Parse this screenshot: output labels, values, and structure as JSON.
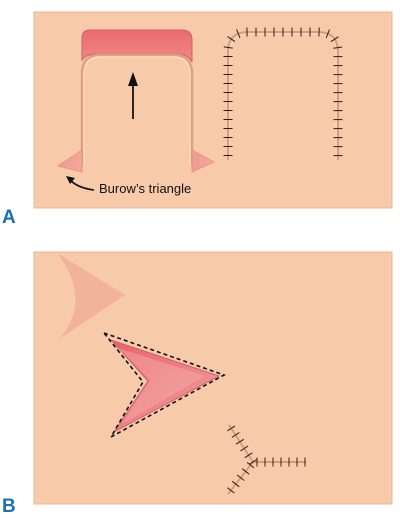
{
  "figure": {
    "panel_a_letter": "A",
    "panel_b_letter": "B",
    "annotation": "Burow’s triangle"
  },
  "colors": {
    "skin": "#f7caa9",
    "skin_edge": "#e9b08a",
    "wound": "#ee7b7c",
    "wound_dark": "#d85c63",
    "letter": "#1a6fb5",
    "ink": "#111111"
  }
}
